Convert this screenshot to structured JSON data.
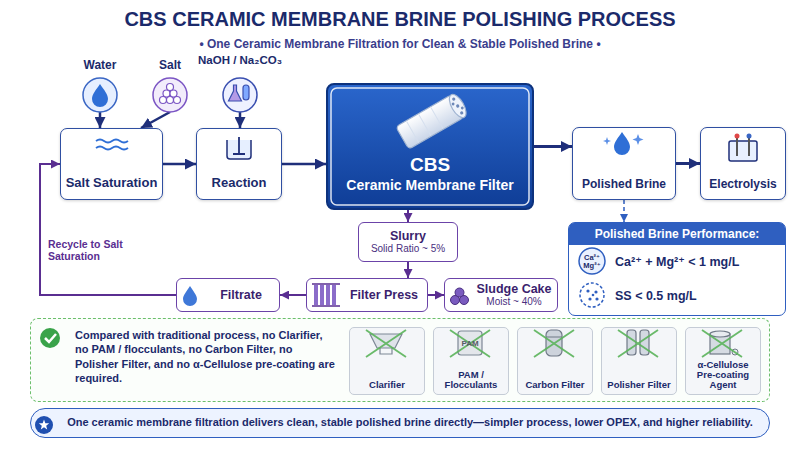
{
  "diagram": {
    "title": "CBS CERAMIC MEMBRANE BRINE POLISHING PROCESS",
    "nodes": [
      {
        "text": [
          "Water"
        ]
      },
      {
        "text": [
          "Salt"
        ]
      },
      {
        "text": [
          "NaOH / Na₂CO₃"
        ]
      },
      {
        "text": [
          "Salt Saturation"
        ]
      },
      {
        "text": [
          "Reaction"
        ]
      },
      {
        "text": [
          "CBS",
          "Ceramic Membrane Filter"
        ]
      },
      {
        "text": [
          "Polished Brine"
        ]
      },
      {
        "text": [
          "Electrolysis"
        ]
      },
      {
        "text": [
          "Slurry",
          "Solid Ratio ~ 5%"
        ]
      },
      {
        "text": [
          "Filter Press"
        ]
      },
      {
        "text": [
          "Sludge Cake",
          "Moist ~ 40%"
        ]
      },
      {
        "text": [
          "Filtrate"
        ]
      },
      {
        "text": [
          "Polished Brine Performance:",
          "Ca²⁺ + Mg²⁺ < 1 mg/L",
          "SS < 0.5 mg/L"
        ]
      },
      {
        "text": [
          "Compared with traditional process, no Clarifier, no PAM / flocculants, no Carbon Filter, no Polisher Filter, and no α-Cellulose pre-coating are required."
        ]
      },
      {
        "text": [
          "Clarifier"
        ],
        "in": 13
      },
      {
        "text": [
          "PAM / Flocculants"
        ],
        "in": 13
      },
      {
        "text": [
          "Carbon Filter"
        ],
        "in": 13
      },
      {
        "text": [
          "Polisher Filter"
        ],
        "in": 13
      },
      {
        "text": [
          "α-Cellulose Pre-coating Agent"
        ],
        "in": 13
      },
      {
        "text": [
          "One ceramic membrane filtration delivers clean, stable polished brine directly—simpler process, lower OPEX, and higher reliability."
        ]
      }
    ],
    "edges": [
      {
        "from": 0,
        "to": 3,
        "arrow": "to"
      },
      {
        "from": 1,
        "to": 3,
        "arrow": "to"
      },
      {
        "from": 2,
        "to": 4,
        "arrow": "to"
      },
      {
        "from": 3,
        "to": 4,
        "arrow": "to"
      },
      {
        "from": 4,
        "to": 5,
        "arrow": "to"
      },
      {
        "from": 5,
        "to": 8,
        "arrow": "to"
      },
      {
        "from": 8,
        "to": 9,
        "arrow": "to"
      },
      {
        "from": 9,
        "to": 10,
        "arrow": "to"
      },
      {
        "from": 9,
        "to": 11,
        "arrow": "to"
      },
      {
        "from": 11,
        "to": 3,
        "label": "Recycle to Salt Saturation",
        "arrow": "to"
      },
      {
        "from": 5,
        "to": 6,
        "arrow": "to"
      },
      {
        "from": 6,
        "to": 7,
        "arrow": "to"
      },
      {
        "from": 6,
        "to": 12,
        "arrow": "to"
      }
    ],
    "labels": [
      "• One Ceramic Membrane Filtration for Clean & Stable Polished Brine •",
      "Ca²⁺ Mg²⁺",
      "PAM"
    ]
  }
}
